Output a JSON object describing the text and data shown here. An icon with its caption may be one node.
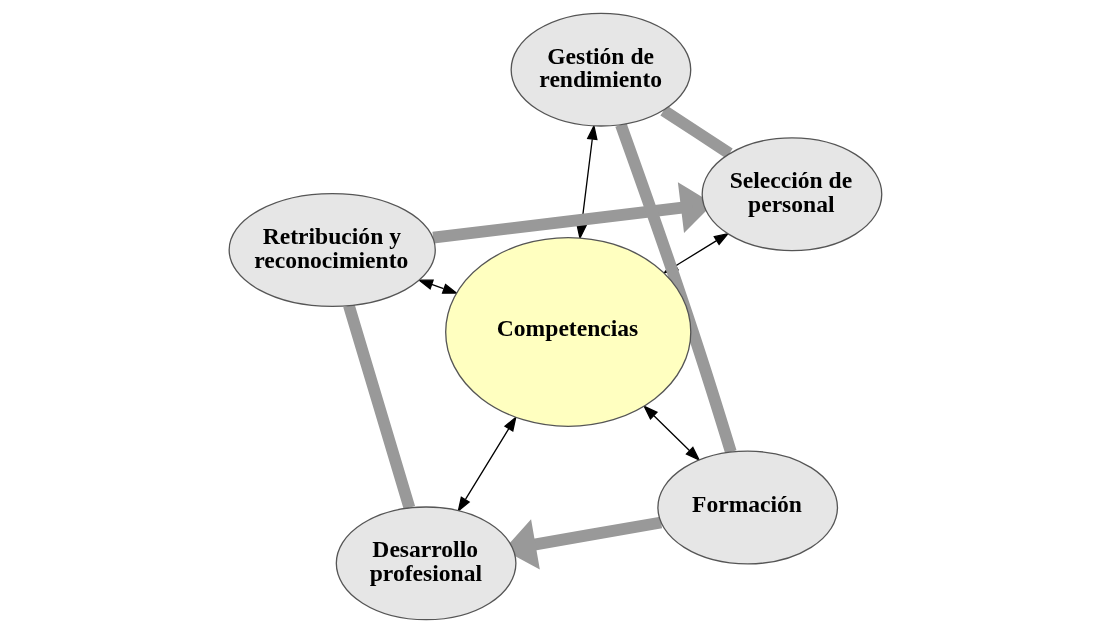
{
  "diagram": {
    "nodes": [
      {
        "text": [
          "Competencias"
        ]
      },
      {
        "text": [
          "Formación"
        ]
      },
      {
        "text": [
          "Desarrollo profesional"
        ]
      },
      {
        "text": [
          "Retribución y reconocimiento"
        ]
      },
      {
        "text": [
          "Selección de personal"
        ]
      },
      {
        "text": [
          "Gestión de rendimiento"
        ]
      }
    ],
    "edges": [
      {
        "from": 0,
        "to": 1,
        "arrow": "both"
      },
      {
        "from": 0,
        "to": 2,
        "arrow": "both"
      },
      {
        "from": 0,
        "to": 3,
        "arrow": "both"
      },
      {
        "from": 0,
        "to": 4,
        "arrow": "both"
      },
      {
        "from": 0,
        "to": 5,
        "arrow": "both"
      },
      {
        "from": 5,
        "to": 1,
        "arrow": "none",
        "style": "thick",
        "color": "#999999"
      },
      {
        "from": 1,
        "to": 2,
        "arrow": "to",
        "style": "thick",
        "color": "#999999"
      },
      {
        "from": 2,
        "to": 3,
        "arrow": "none",
        "style": "thick",
        "color": "#999999"
      },
      {
        "from": 3,
        "to": 4,
        "arrow": "to",
        "style": "thick",
        "color": "#999999"
      },
      {
        "from": 4,
        "to": 5,
        "arrow": "none",
        "style": "thick",
        "color": "#999999"
      }
    ]
  }
}
